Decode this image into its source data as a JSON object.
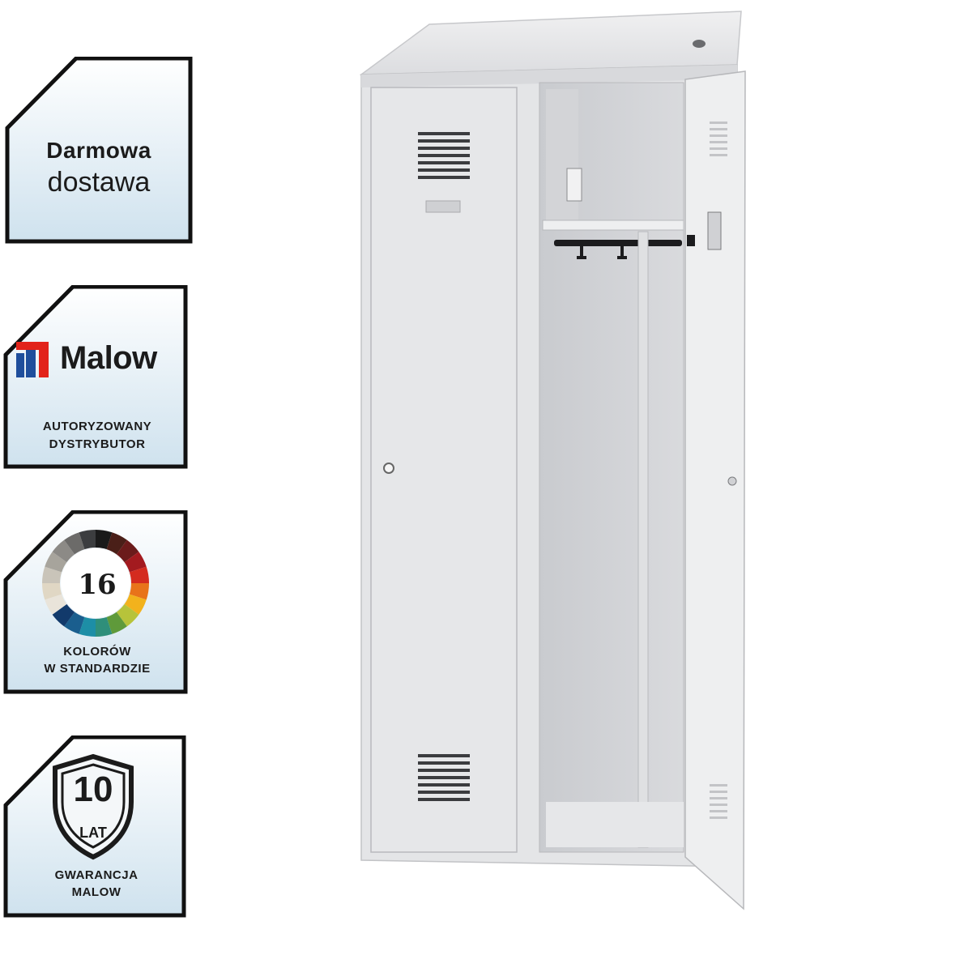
{
  "badges": {
    "delivery": {
      "line1": "Darmowa",
      "line2": "dostawa"
    },
    "distributor": {
      "brand": "Malow",
      "line1": "AUTORYZOWANY",
      "line2": "DYSTRYBUTOR"
    },
    "colors": {
      "count": "16",
      "line1": "KOLORÓW",
      "line2": "W STANDARDZIE"
    },
    "warranty": {
      "years": "10",
      "unit": "LAT",
      "line1": "GWARANCJA",
      "line2": "MALOW"
    }
  },
  "colors": {
    "badge_bg_top": "#ffffff",
    "badge_bg_bottom": "#cfe2ee",
    "badge_border": "#111111",
    "logo_red": "#e2231a",
    "logo_blue": "#1f4e9c",
    "locker_body": "#e4e5e7"
  },
  "palette_segments": [
    "#1a1a1a",
    "#4a1f18",
    "#6b1b1b",
    "#a31a1f",
    "#d42b1f",
    "#e8731a",
    "#f2b21c",
    "#b7c33a",
    "#5f9a3a",
    "#2f8f7a",
    "#1d8ea6",
    "#1a5e8e",
    "#123a6b",
    "#e9e4da",
    "#e0d7c4",
    "#c9c4b9",
    "#a7a49c",
    "#8c8a86",
    "#6c6b69",
    "#3c3d3f"
  ],
  "icons": {
    "logo": "malow-logo-icon",
    "wheel": "color-wheel-icon",
    "shield": "shield-icon"
  }
}
